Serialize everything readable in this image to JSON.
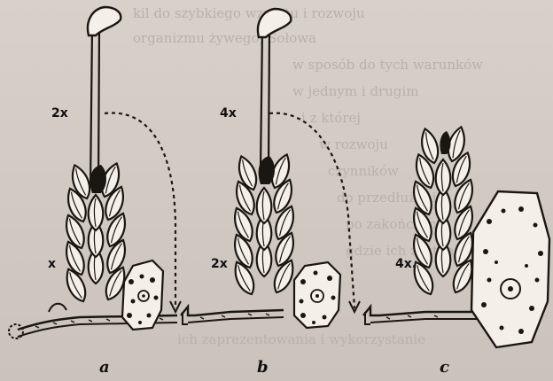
{
  "figure": {
    "panels": [
      {
        "caption": "a",
        "magnification": "2x",
        "small_label": "x"
      },
      {
        "caption": "b",
        "magnification": "4x",
        "small_label": "2x"
      },
      {
        "caption": "c",
        "small_label": "4x."
      }
    ]
  },
  "background_text": [
    "kil do szybkiego wzrostu i rozwoju",
    "organizmu żywego, Sołowa",
    "w sposób do tych warunków",
    "w jednym i drugim",
    "i z której",
    "w rozwoju",
    "czynników",
    "do przedłużenia",
    "po zakończeniu",
    "gdzie ich zostanie",
    "ich zaprezentowania i wykorzystanie"
  ]
}
